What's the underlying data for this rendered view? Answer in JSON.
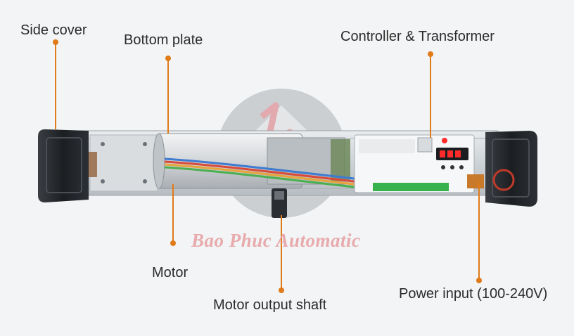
{
  "labels": {
    "side_cover": "Side cover",
    "bottom_plate": "Bottom plate",
    "controller_transformer": "Controller & Transformer",
    "motor": "Motor",
    "motor_output_shaft": "Motor output shaft",
    "power_input": "Power input (100-240V)"
  },
  "watermark": {
    "text": "Bao Phuc Automatic"
  },
  "colors": {
    "callout": "#e07b1a",
    "housing": "#c9ced2",
    "end_cap": "#1f2226",
    "terminal_green": "#37b24d",
    "display_red": "#ff2a2a",
    "watermark": "#cc2b36"
  }
}
